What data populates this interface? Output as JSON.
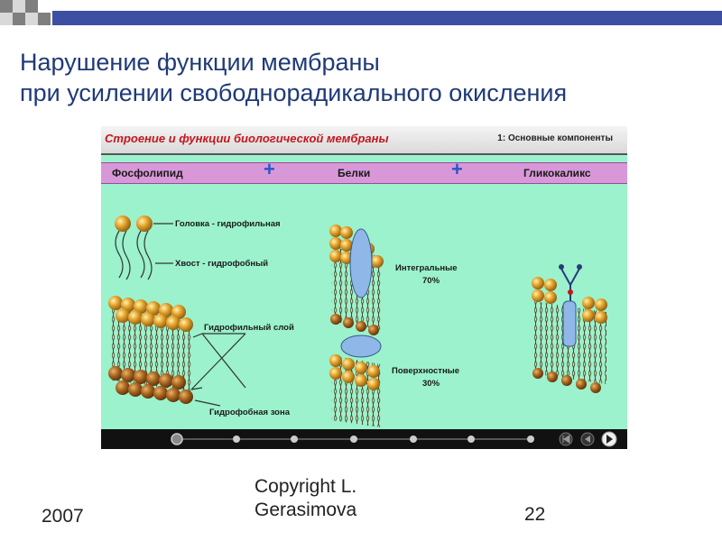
{
  "slide": {
    "title_line1": "Нарушение функции мембраны",
    "title_line2": "при усилении свободнорадикального окисления"
  },
  "figure": {
    "header_title": "Строение и функции биологической мембраны",
    "section_label": "1: Основные компоненты",
    "components": [
      "Фосфолипид",
      "Белки",
      "Гликокаликс"
    ],
    "plus_sign": "+",
    "labels": {
      "head": "Головка - гидрофильная",
      "tail": "Хвост - гидрофобный",
      "hydrophilic_layer": "Гидрофильный слой",
      "hydrophobic_zone": "Гидрофобная зона",
      "integral": "Интегральные",
      "integral_pct": "70%",
      "surface": "Поверхностные",
      "surface_pct": "30%"
    }
  },
  "media_controls": {
    "icons": [
      "progress-dot-icon",
      "skip-back-icon",
      "rewind-icon",
      "play-icon"
    ]
  },
  "footer": {
    "year": "2007",
    "copyright_line1": "Copyright L.",
    "copyright_line2": "Gerasimova",
    "page_number": "22"
  },
  "colors": {
    "title": "#1f3a78",
    "panel_bg": "#9bf2cc",
    "component_bar": "#d898d8",
    "header_title": "#c4161c",
    "lipid_head": "#e6a52e"
  }
}
